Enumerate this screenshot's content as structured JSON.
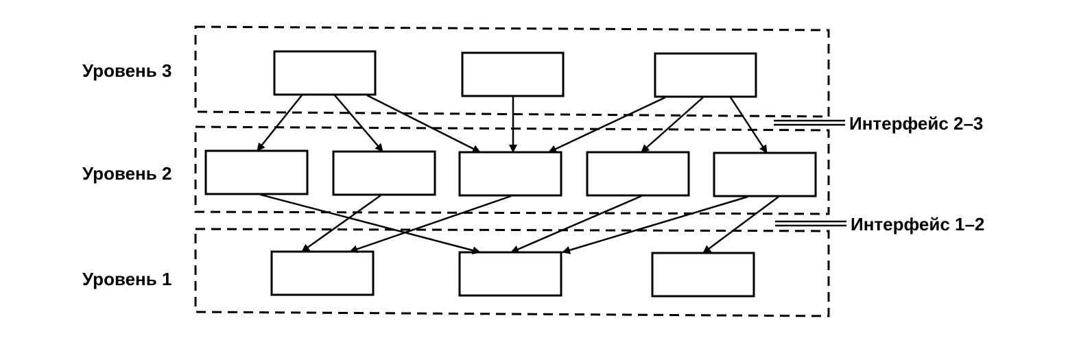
{
  "levels": [
    {
      "label": "Уровень 3"
    },
    {
      "label": "Уровень 2"
    },
    {
      "label": "Уровень 1"
    }
  ],
  "interfaces": [
    {
      "label": "Интерфейс 2–3"
    },
    {
      "label": "Интерфейс 1–2"
    }
  ],
  "colors": {
    "stroke": "#000000",
    "background": "#ffffff"
  },
  "boxes": {
    "level3": 3,
    "level2": 5,
    "level1": 3
  }
}
